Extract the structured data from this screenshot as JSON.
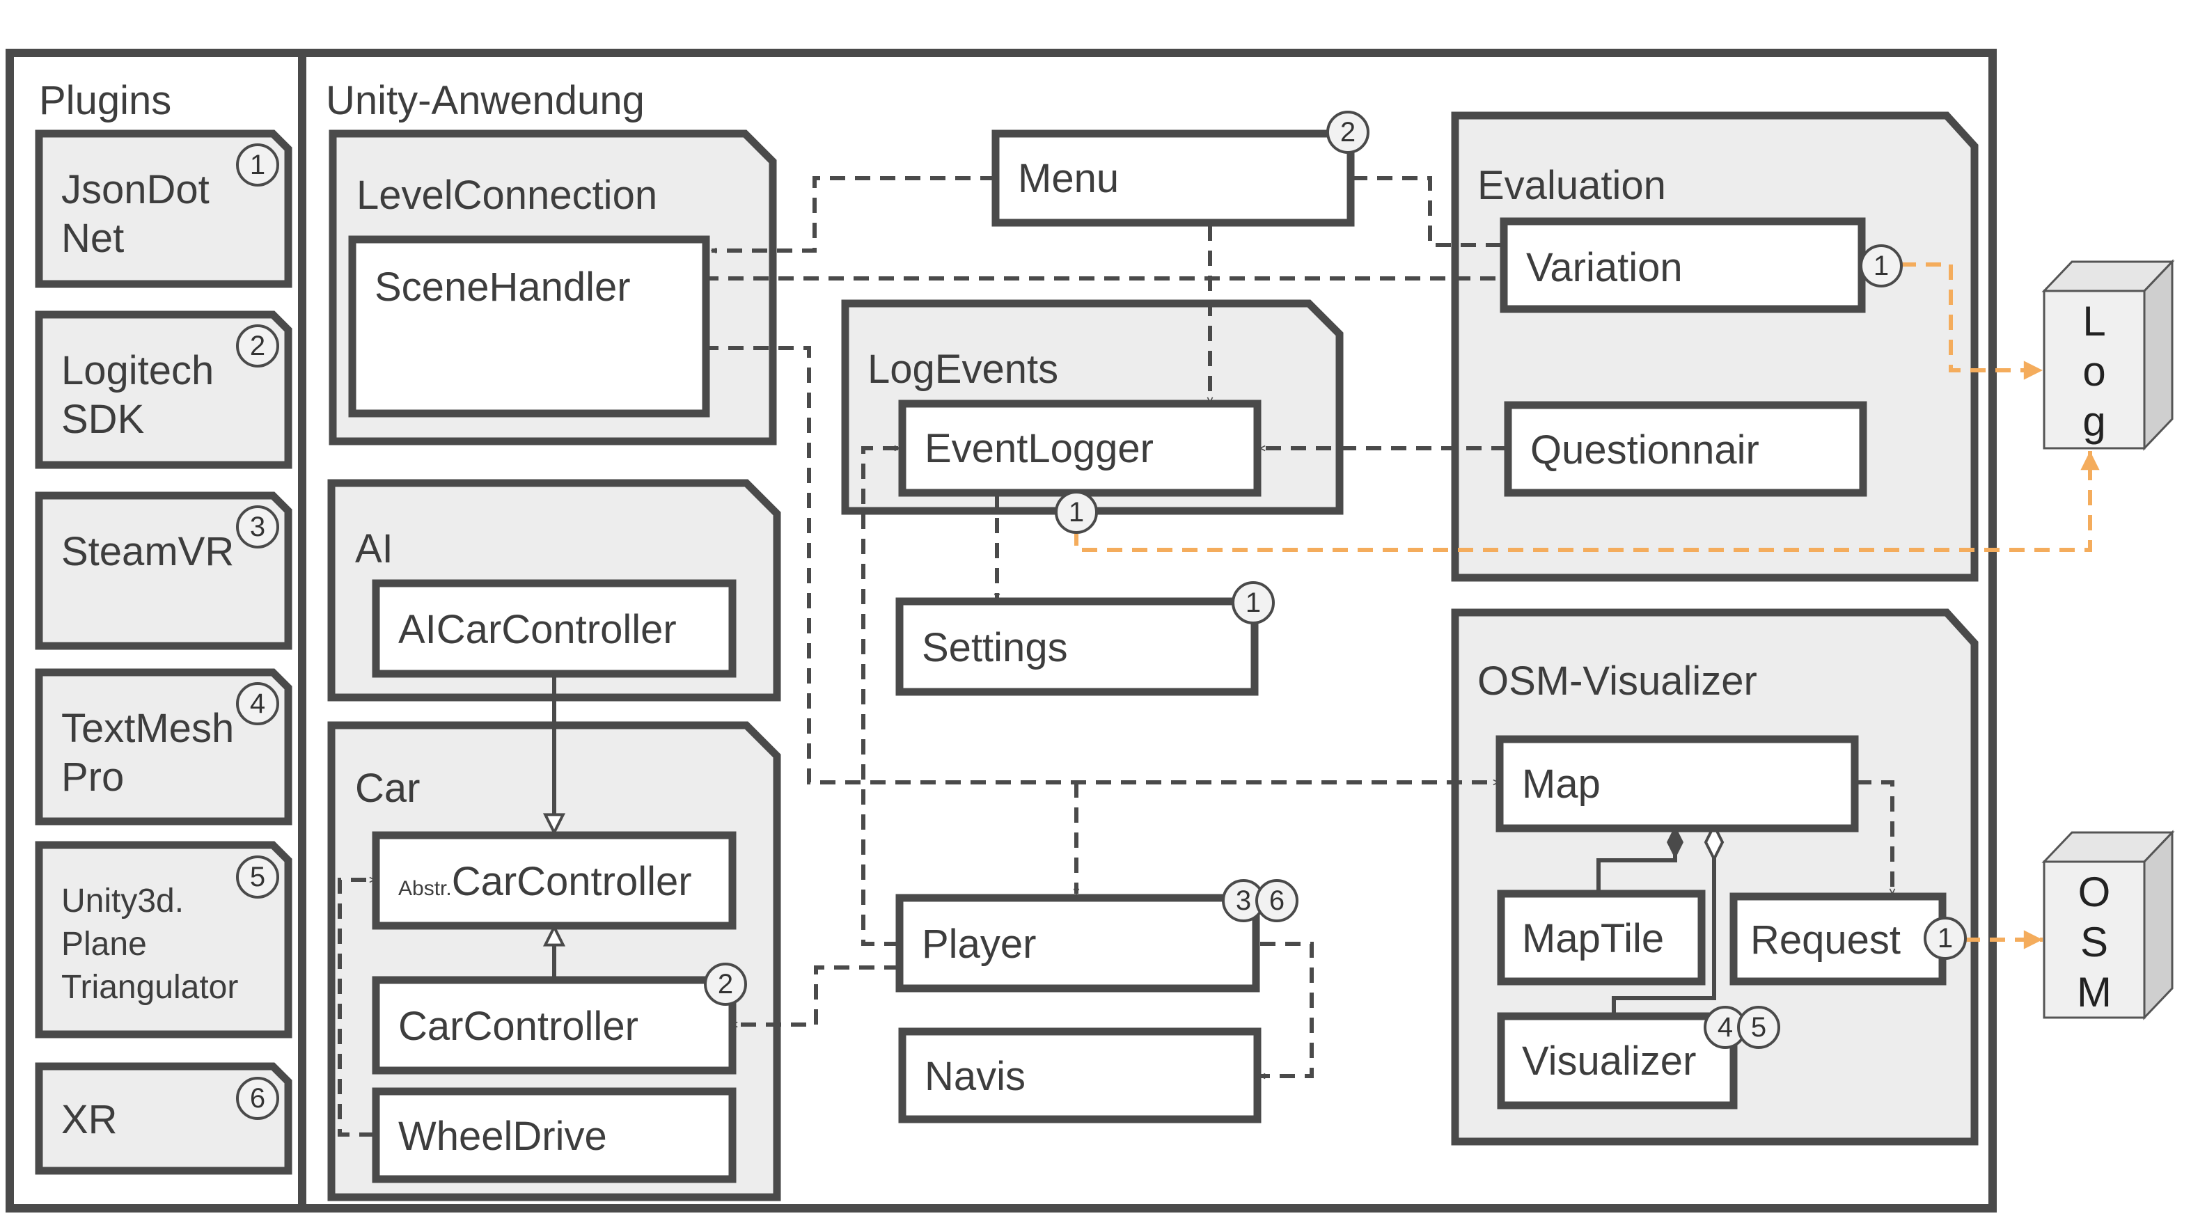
{
  "sections": {
    "plugins_title": "Plugins",
    "app_title": "Unity-Anwendung"
  },
  "plugins": [
    {
      "id": "jsondotnet",
      "lines": [
        "JsonDot",
        "Net"
      ],
      "badge": "1"
    },
    {
      "id": "logitech",
      "lines": [
        "Logitech",
        "SDK"
      ],
      "badge": "2"
    },
    {
      "id": "steamvr",
      "lines": [
        "SteamVR"
      ],
      "badge": "3"
    },
    {
      "id": "textmesh",
      "lines": [
        "TextMesh",
        "Pro"
      ],
      "badge": "4"
    },
    {
      "id": "triangulator",
      "lines": [
        "Unity3d.",
        "Plane",
        "Triangulator"
      ],
      "badge": "5"
    },
    {
      "id": "xr",
      "lines": [
        "XR"
      ],
      "badge": "6"
    }
  ],
  "packages": {
    "level_connection": "LevelConnection",
    "ai": "AI",
    "car": "Car",
    "log_events": "LogEvents",
    "evaluation": "Evaluation",
    "osm_visualizer": "OSM-Visualizer"
  },
  "classes": {
    "scene_handler": "SceneHandler",
    "ai_car_controller": "AICarController",
    "abstract_prefix": "Abstr.",
    "abstract_car_controller": "CarController",
    "car_controller": "CarController",
    "wheel_drive": "WheelDrive",
    "menu": "Menu",
    "event_logger": "EventLogger",
    "settings": "Settings",
    "player": "Player",
    "navis": "Navis",
    "variation": "Variation",
    "questionnair": "Questionnair",
    "map": "Map",
    "map_tile": "MapTile",
    "request": "Request",
    "visualizer": "Visualizer"
  },
  "badges": {
    "menu": "2",
    "car_controller": "2",
    "event_logger": "1",
    "settings": "1",
    "player": [
      "3",
      "6"
    ],
    "variation": "1",
    "request": "1",
    "visualizer": [
      "4",
      "5"
    ]
  },
  "external": {
    "log": [
      "L",
      "o",
      "g"
    ],
    "osm": [
      "O",
      "S",
      "M"
    ]
  },
  "colors": {
    "line": "#4a4a4a",
    "package_fill": "#ededed",
    "external_link": "#f4ac5c"
  }
}
